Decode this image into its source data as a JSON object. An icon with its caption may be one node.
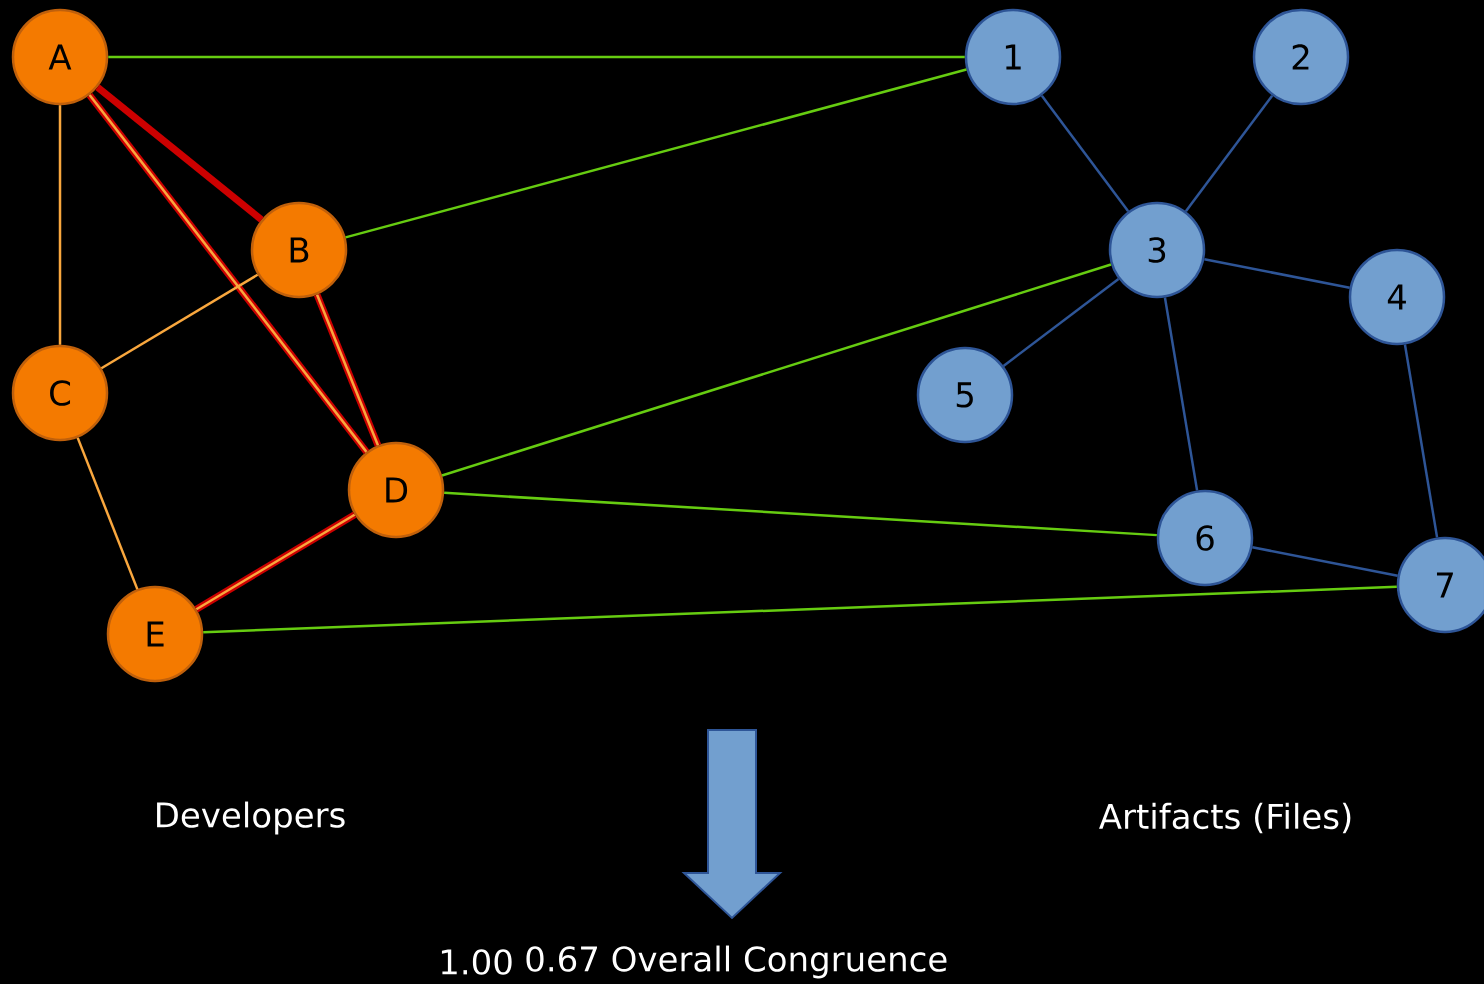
{
  "diagram": {
    "nodes": [
      {
        "text": [
          "A"
        ]
      },
      {
        "text": [
          "B"
        ]
      },
      {
        "text": [
          "C"
        ]
      },
      {
        "text": [
          "D"
        ]
      },
      {
        "text": [
          "E"
        ]
      },
      {
        "text": [
          "1"
        ]
      },
      {
        "text": [
          "2"
        ]
      },
      {
        "text": [
          "3"
        ]
      },
      {
        "text": [
          "4"
        ]
      },
      {
        "text": [
          "5"
        ]
      },
      {
        "text": [
          "6"
        ]
      },
      {
        "text": [
          "7"
        ]
      }
    ],
    "edges": [
      {
        "from": 0,
        "to": 5,
        "arrow": "none",
        "color": "#66cc11"
      },
      {
        "from": 0,
        "to": 1,
        "arrow": "none",
        "style": "thick",
        "color": "#cc0000"
      },
      {
        "from": 0,
        "to": 3,
        "arrow": "none",
        "style": "thick",
        "color": "#cc0000"
      },
      {
        "from": 0,
        "to": 2,
        "arrow": "none",
        "color": "#f9a73e"
      },
      {
        "from": 1,
        "to": 5,
        "arrow": "none",
        "color": "#66cc11"
      },
      {
        "from": 1,
        "to": 2,
        "arrow": "none",
        "color": "#f9a73e"
      },
      {
        "from": 1,
        "to": 3,
        "arrow": "none",
        "style": "thick",
        "color": "#cc0000"
      },
      {
        "from": 2,
        "to": 4,
        "arrow": "none",
        "color": "#f9a73e"
      },
      {
        "from": 3,
        "to": 7,
        "arrow": "none",
        "color": "#66cc11"
      },
      {
        "from": 3,
        "to": 10,
        "arrow": "none",
        "color": "#66cc11"
      },
      {
        "from": 3,
        "to": 4,
        "arrow": "none",
        "style": "thick",
        "color": "#cc0000"
      },
      {
        "from": 4,
        "to": 11,
        "arrow": "none",
        "color": "#66cc11"
      },
      {
        "from": 5,
        "to": 7,
        "arrow": "none",
        "color": "#2e5597"
      },
      {
        "from": 6,
        "to": 7,
        "arrow": "none",
        "color": "#2e5597"
      },
      {
        "from": 7,
        "to": 8,
        "arrow": "none",
        "color": "#2e5597"
      },
      {
        "from": 7,
        "to": 9,
        "arrow": "none",
        "color": "#2e5597"
      },
      {
        "from": 7,
        "to": 10,
        "arrow": "none",
        "color": "#2e5597"
      },
      {
        "from": 10,
        "to": 11,
        "arrow": "none",
        "color": "#2e5597"
      },
      {
        "from": 8,
        "to": 11,
        "arrow": "none",
        "color": "#2e5597"
      }
    ],
    "labels": [
      "Developers",
      "Artifacts (Files)",
      "1.00",
      "0.67 Overall Congruence"
    ]
  }
}
